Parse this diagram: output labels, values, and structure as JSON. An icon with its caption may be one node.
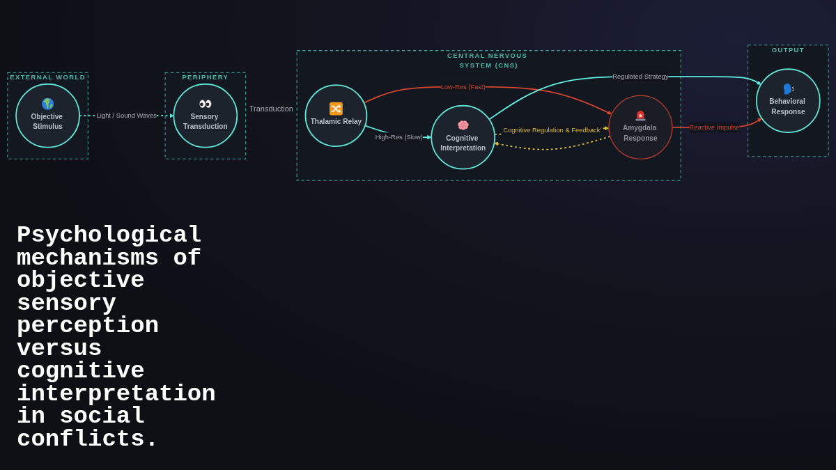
{
  "diagram": {
    "title": "Psychological mechanisms of objective sensory perception versus cognitive interpretation in social conflicts.",
    "nodes": [
      {
        "text": [
          "EXTERNAL WORLD"
        ]
      },
      {
        "text": [
          "Objective Stimulus"
        ],
        "in": 0
      },
      {
        "text": [
          "PERIPHERY"
        ]
      },
      {
        "text": [
          "Sensory Transduction"
        ],
        "in": 2
      },
      {
        "text": [
          "CENTRAL NERVOUS SYSTEM (CNS)"
        ]
      },
      {
        "text": [
          "Thalamic Relay"
        ],
        "in": 4
      },
      {
        "text": [
          "Cognitive Interpretation"
        ],
        "in": 4
      },
      {
        "text": [
          "Amygdala Response"
        ],
        "in": 4
      },
      {
        "text": [
          "OUTPUT"
        ]
      },
      {
        "text": [
          "Behavioral Response"
        ],
        "in": 8
      }
    ],
    "edges": [
      {
        "from": 1,
        "to": 3,
        "arrow": "to",
        "label": "Light / Sound Waves",
        "style": "dashed"
      },
      {
        "from": 5,
        "to": 6,
        "arrow": "to",
        "label": "High-Res (Slow)"
      },
      {
        "from": 5,
        "to": 7,
        "arrow": "to",
        "label": "Low-Res (Fast)",
        "color": "#d0452f"
      },
      {
        "from": 6,
        "to": 7,
        "arrow": "to",
        "label": "Cognitive Regulation & Feedback",
        "style": "dashed",
        "color": "#d9b93c"
      },
      {
        "from": 7,
        "to": 6,
        "arrow": "to",
        "style": "dashed",
        "color": "#d9b93c"
      },
      {
        "from": 6,
        "to": 9,
        "arrow": "to",
        "label": "Regulated Strategy"
      },
      {
        "from": 7,
        "to": 9,
        "arrow": "to",
        "label": "Reactive Impulse",
        "color": "#d0452f"
      }
    ],
    "labels": [
      "Transduction"
    ]
  }
}
